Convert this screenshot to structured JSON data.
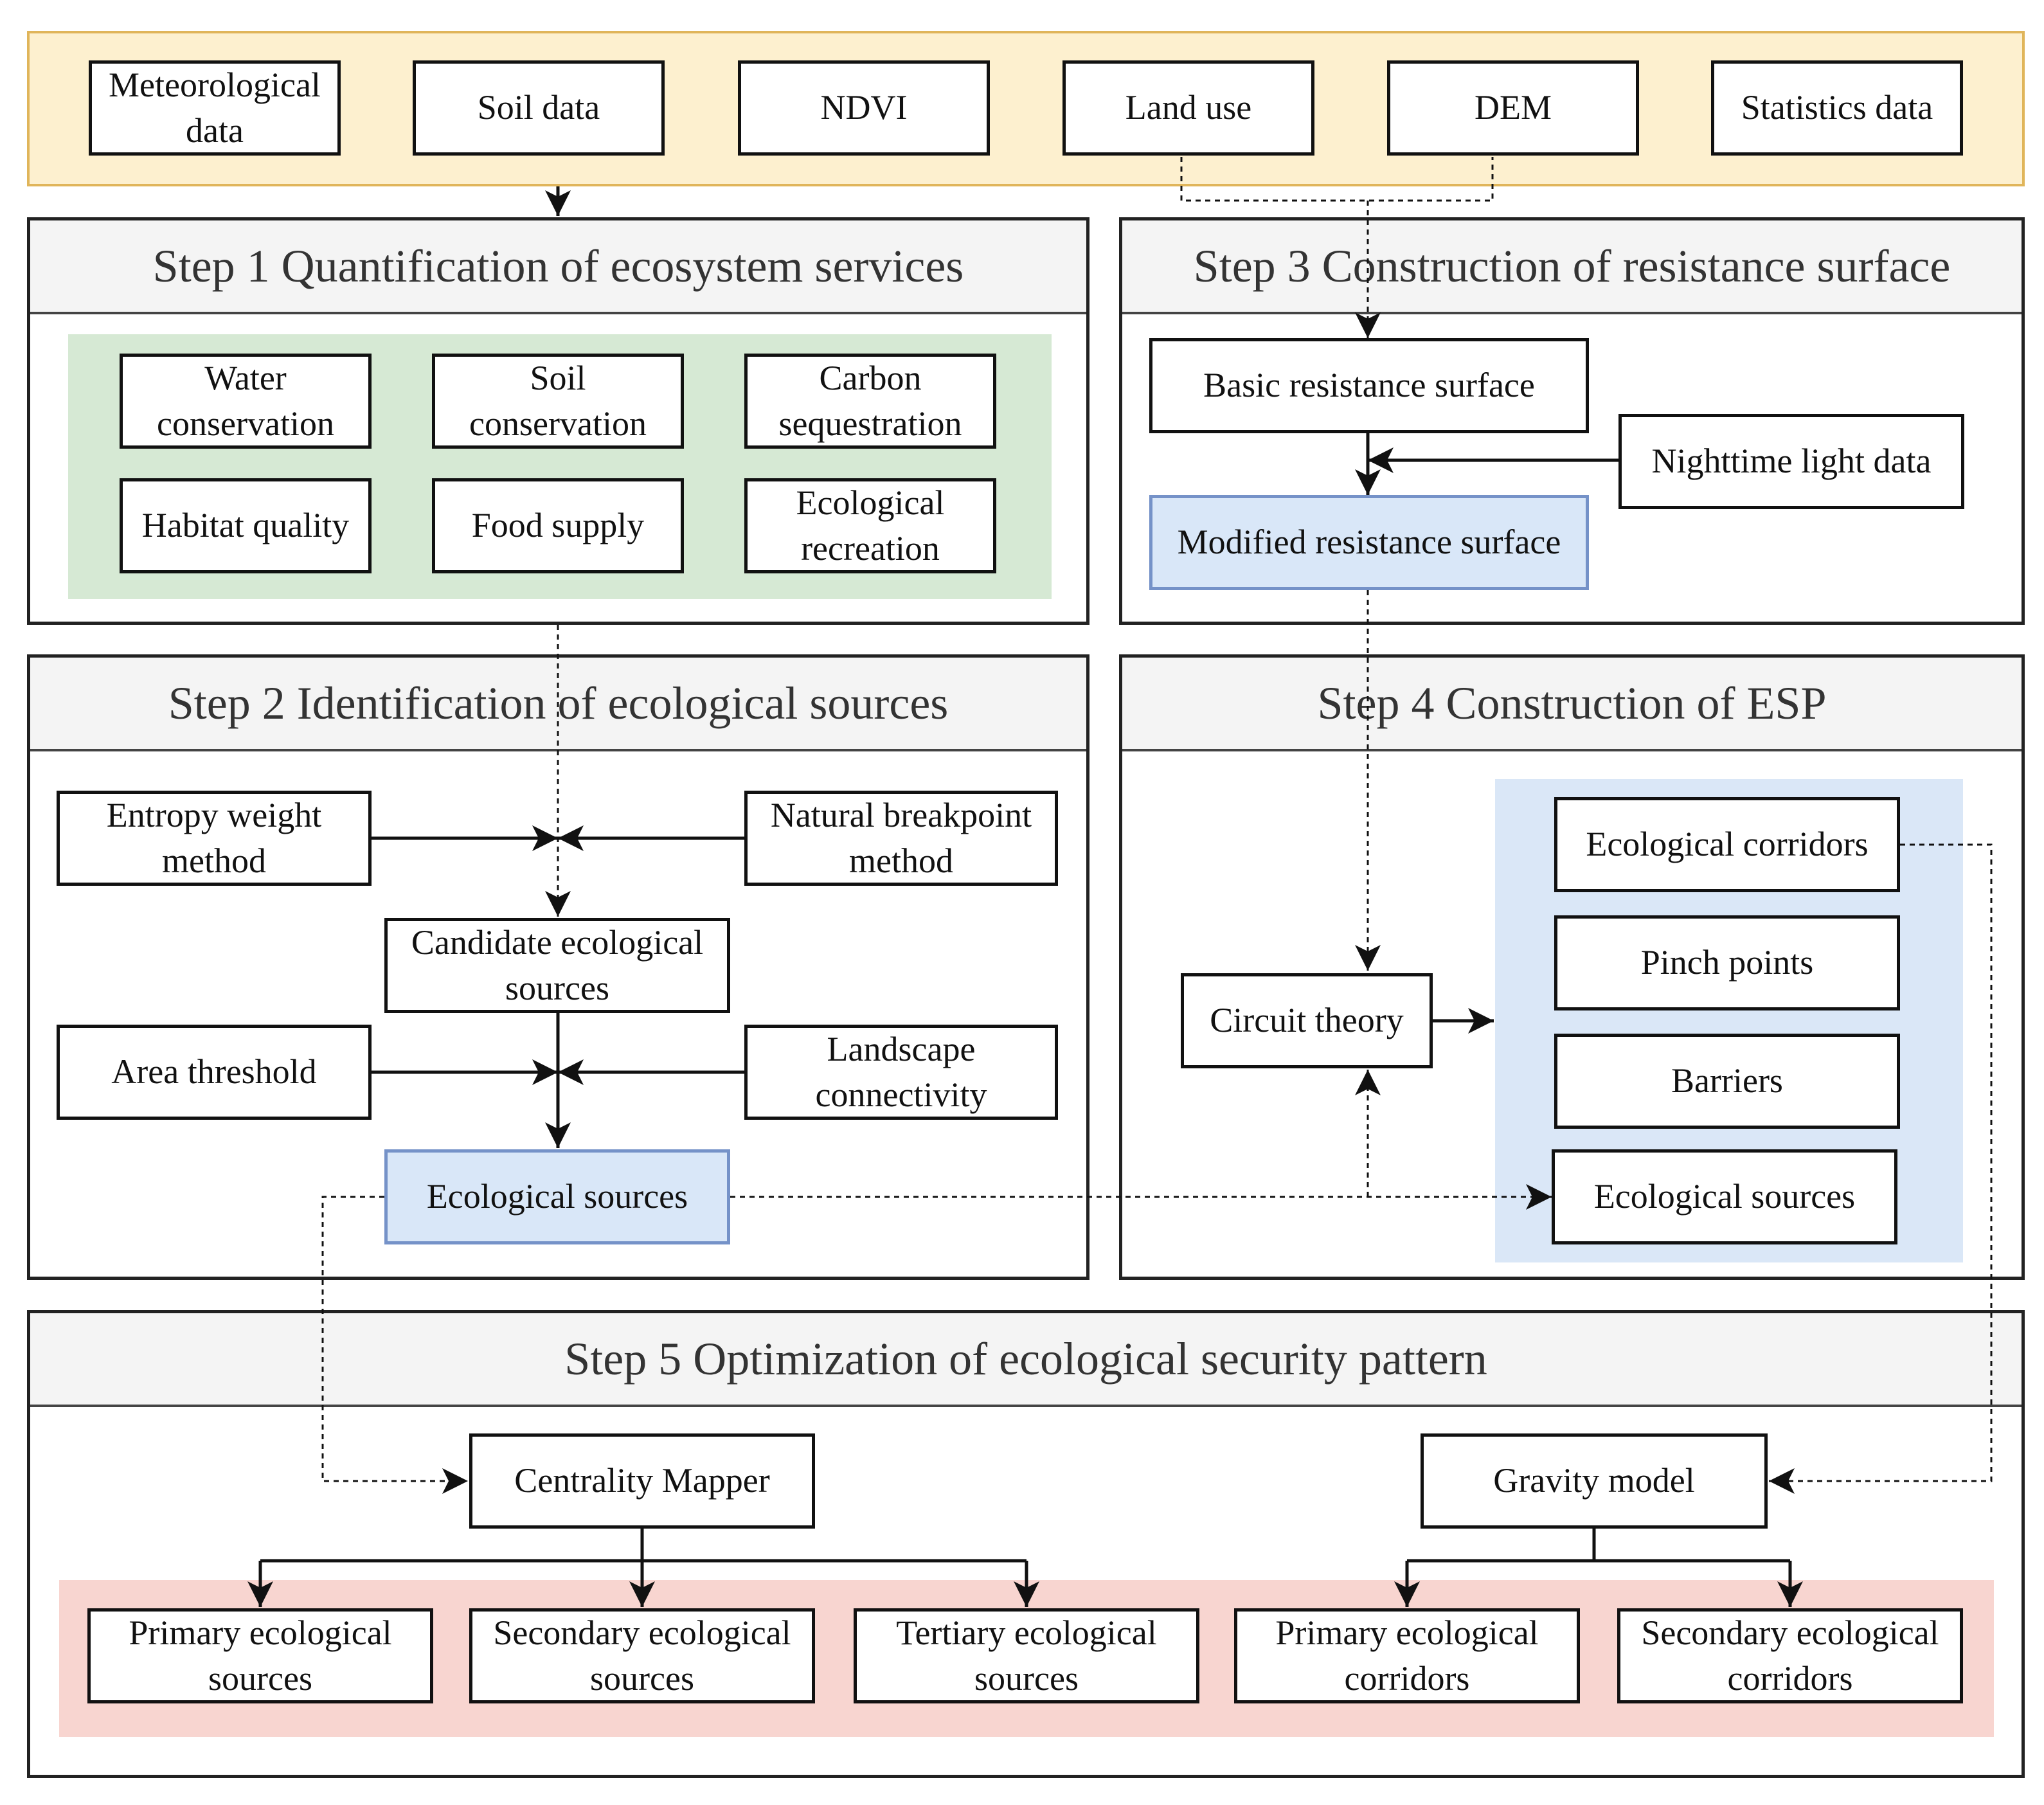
{
  "inputs": {
    "meteorological": "Meteorological\ndata",
    "soil": "Soil data",
    "ndvi": "NDVI",
    "land_use": "Land use",
    "dem": "DEM",
    "statistics": "Statistics data"
  },
  "step1": {
    "title": "Step 1 Quantification of ecosystem services",
    "water": "Water\nconservation",
    "soil": "Soil\nconservation",
    "carbon": "Carbon\nsequestration",
    "habitat": "Habitat quality",
    "food": "Food supply",
    "recreation": "Ecological\nrecreation"
  },
  "step2": {
    "title": "Step 2 Identification of ecological sources",
    "entropy": "Entropy weight\nmethod",
    "natural_breakpoint": "Natural breakpoint\nmethod",
    "candidate": "Candidate ecological\nsources",
    "area_threshold": "Area threshold",
    "landscape": "Landscape\nconnectivity",
    "sources": "Ecological sources"
  },
  "step3": {
    "title": "Step 3 Construction of resistance surface",
    "basic": "Basic resistance surface",
    "nighttime": "Nighttime light data",
    "modified": "Modified resistance surface"
  },
  "step4": {
    "title": "Step 4 Construction of ESP",
    "circuit": "Circuit theory",
    "corridors": "Ecological corridors",
    "pinch": "Pinch points",
    "barriers": "Barriers",
    "sources": "Ecological sources"
  },
  "step5": {
    "title": "Step 5 Optimization of ecological security pattern",
    "centrality": "Centrality Mapper",
    "gravity": "Gravity model",
    "primary_sources": "Primary ecological\nsources",
    "secondary_sources": "Secondary ecological\nsources",
    "tertiary_sources": "Tertiary ecological\nsources",
    "primary_corridors": "Primary ecological\ncorridors",
    "secondary_corridors": "Secondary ecological\ncorridors"
  },
  "colors": {
    "input_band": "#fdf0cf",
    "service_band": "#d6e9d4",
    "esp_band": "#dae7f7",
    "output_band": "#f8d5d0",
    "highlight_box": "#d9e7f8"
  }
}
